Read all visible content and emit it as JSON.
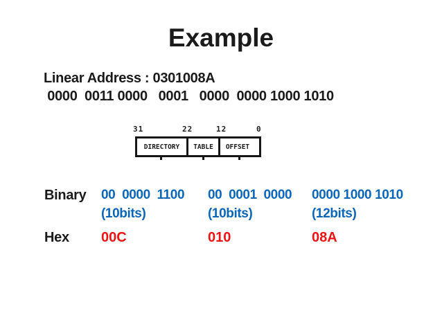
{
  "slide": {
    "title": "Example",
    "linear_address": "Linear Address : 0301008A",
    "binary_expansion": " 0000  0011 0000   0001   0000  0000 1000 1010",
    "diagram": {
      "bit_labels": [
        "31",
        "22",
        "12",
        "0"
      ],
      "fields": [
        "DIRECTORY",
        "TABLE",
        "OFFSET"
      ]
    },
    "rows": {
      "binary_label": "Binary",
      "hex_label": "Hex",
      "columns": [
        {
          "binary": "00  0000  1100",
          "bits": "(10bits)",
          "hex": "00C"
        },
        {
          "binary": "00  0001  0000",
          "bits": "(10bits)",
          "hex": "010"
        },
        {
          "binary": "0000 1000 1010",
          "bits": "(12bits)",
          "hex": "08A"
        }
      ]
    },
    "colors": {
      "binary_blue": "#0a66b8",
      "hex_red": "#ee1414",
      "text_black": "#1a1a1a"
    }
  }
}
